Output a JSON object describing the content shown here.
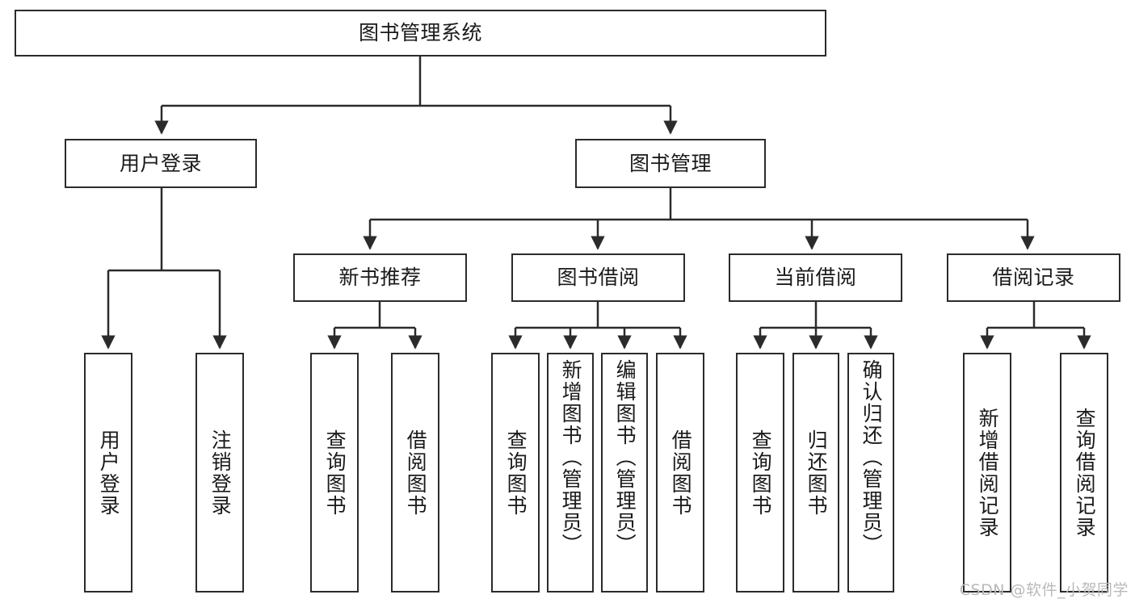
{
  "diagram": {
    "type": "tree",
    "title": "图书管理系统",
    "orientation": "top-down",
    "watermark": "CSDN @软件_小贺同学",
    "colors": {
      "stroke": "#2b2b2b",
      "fill": "#ffffff",
      "text": "#1a1a1a",
      "watermark": "#b9b9b9"
    },
    "nodes": {
      "root": {
        "label": "图书管理系统",
        "level": 0,
        "orientation": "horizontal"
      },
      "n_user_login": {
        "label": "用户登录",
        "level": 1,
        "orientation": "horizontal"
      },
      "n_book_manage": {
        "label": "图书管理",
        "level": 1,
        "orientation": "horizontal"
      },
      "n_new_book": {
        "label": "新书推荐",
        "level": 2,
        "orientation": "horizontal"
      },
      "n_borrow": {
        "label": "图书借阅",
        "level": 2,
        "orientation": "horizontal"
      },
      "n_current": {
        "label": "当前借阅",
        "level": 2,
        "orientation": "horizontal"
      },
      "n_records": {
        "label": "借阅记录",
        "level": 2,
        "orientation": "horizontal"
      },
      "l_user_login": {
        "label": "用户登录",
        "level": 2,
        "orientation": "vertical"
      },
      "l_user_logout": {
        "label": "注销登录",
        "level": 2,
        "orientation": "vertical"
      },
      "l_nb_query": {
        "label": "查询图书",
        "level": 3,
        "orientation": "vertical"
      },
      "l_nb_borrow": {
        "label": "借阅图书",
        "level": 3,
        "orientation": "vertical"
      },
      "l_bk_query": {
        "label": "查询图书",
        "level": 3,
        "orientation": "vertical"
      },
      "l_bk_add": {
        "label": "新增图书（管理员）",
        "level": 3,
        "orientation": "vertical"
      },
      "l_bk_edit": {
        "label": "编辑图书（管理员）",
        "level": 3,
        "orientation": "vertical"
      },
      "l_bk_borrow": {
        "label": "借阅图书",
        "level": 3,
        "orientation": "vertical"
      },
      "l_cur_query": {
        "label": "查询图书",
        "level": 3,
        "orientation": "vertical"
      },
      "l_cur_return": {
        "label": "归还图书",
        "level": 3,
        "orientation": "vertical"
      },
      "l_cur_confirm": {
        "label": "确认归还（管理员）",
        "level": 3,
        "orientation": "vertical"
      },
      "l_rec_add": {
        "label": "新增借阅记录",
        "level": 3,
        "orientation": "vertical"
      },
      "l_rec_query": {
        "label": "查询借阅记录",
        "level": 3,
        "orientation": "vertical"
      }
    },
    "edges": [
      {
        "from": "root",
        "to": "n_user_login"
      },
      {
        "from": "root",
        "to": "n_book_manage"
      },
      {
        "from": "n_user_login",
        "to": "l_user_login"
      },
      {
        "from": "n_user_login",
        "to": "l_user_logout"
      },
      {
        "from": "n_book_manage",
        "to": "n_new_book"
      },
      {
        "from": "n_book_manage",
        "to": "n_borrow"
      },
      {
        "from": "n_book_manage",
        "to": "n_current"
      },
      {
        "from": "n_book_manage",
        "to": "n_records"
      },
      {
        "from": "n_new_book",
        "to": "l_nb_query"
      },
      {
        "from": "n_new_book",
        "to": "l_nb_borrow"
      },
      {
        "from": "n_borrow",
        "to": "l_bk_query"
      },
      {
        "from": "n_borrow",
        "to": "l_bk_add"
      },
      {
        "from": "n_borrow",
        "to": "l_bk_edit"
      },
      {
        "from": "n_borrow",
        "to": "l_bk_borrow"
      },
      {
        "from": "n_current",
        "to": "l_cur_query"
      },
      {
        "from": "n_current",
        "to": "l_cur_return"
      },
      {
        "from": "n_current",
        "to": "l_cur_confirm"
      },
      {
        "from": "n_records",
        "to": "l_rec_add"
      },
      {
        "from": "n_records",
        "to": "l_rec_query"
      }
    ]
  }
}
